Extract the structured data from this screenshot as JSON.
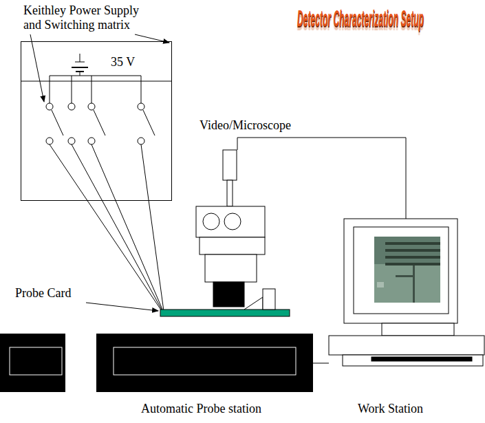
{
  "diagram": {
    "title": "Detector Characterization Setup",
    "nodes": [
      {
        "text": [
          "35 V"
        ]
      }
    ],
    "labels": [
      "Keithley Power Supply and Switching matrix",
      "Video/Microscope",
      "Probe Card",
      "Automatic Probe station",
      "Work Station"
    ]
  }
}
